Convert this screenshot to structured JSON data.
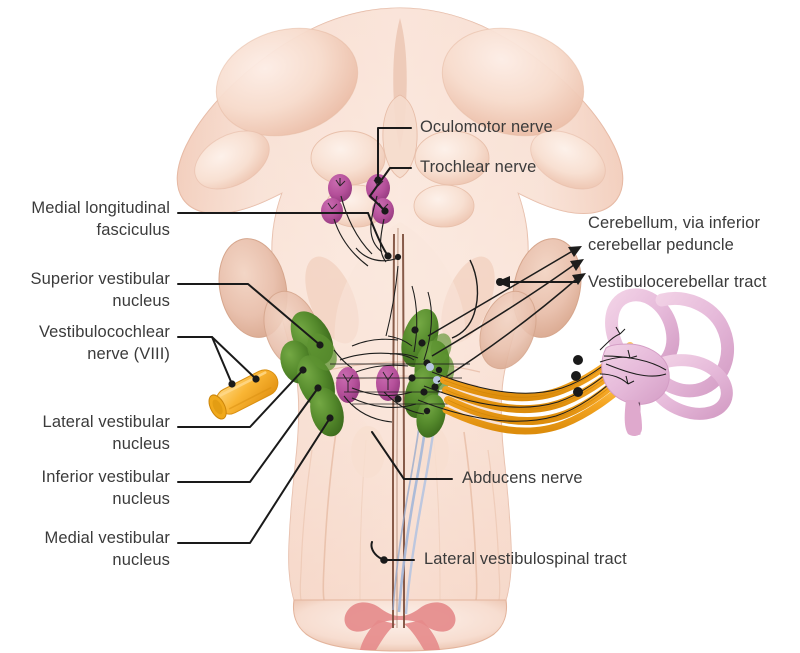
{
  "diagram": {
    "title": "Vestibular nuclei and connections of the brainstem",
    "background_color": "#ffffff",
    "text_color": "#3b3b3b",
    "leader_line_color": "#1a1a1a"
  },
  "palette": {
    "brainstem_light": "#f7ded2",
    "brainstem_mid": "#f2c9b6",
    "brainstem_shadow": "#e3b29d",
    "brainstem_outline": "#e8bfae",
    "nucleus_green": "#4e7d2a",
    "nucleus_green_light": "#649a38",
    "nucleus_purple": "#b9539f",
    "nucleus_purple_dark": "#9c3f85",
    "nerve_orange": "#f5a623",
    "nerve_orange_dark": "#e28f12",
    "labyrinth_pink": "#e8bcd6",
    "labyrinth_pink_dark": "#d7a3c6",
    "tract_blue": "#a8b8d8",
    "mlf_brown": "#7a4b39",
    "gray_matter": "#e88b8b"
  },
  "labels": {
    "left": [
      {
        "id": "medial-longitudinal-fasciculus",
        "text": "Medial longitudinal\nfasciculus"
      },
      {
        "id": "superior-vestibular-nucleus",
        "text": "Superior vestibular\nnucleus"
      },
      {
        "id": "vestibulocochlear-nerve",
        "text": "Vestibulocochlear\nnerve (VIII)"
      },
      {
        "id": "lateral-vestibular-nucleus",
        "text": "Lateral vestibular\nnucleus"
      },
      {
        "id": "inferior-vestibular-nucleus",
        "text": "Inferior vestibular\nnucleus"
      },
      {
        "id": "medial-vestibular-nucleus",
        "text": "Medial vestibular\nnucleus"
      }
    ],
    "right": [
      {
        "id": "oculomotor-nerve",
        "text": "Oculomotor nerve"
      },
      {
        "id": "trochlear-nerve",
        "text": "Trochlear nerve"
      },
      {
        "id": "cerebellum-inferior-cerebellar-peduncle",
        "text": "Cerebellum, via inferior\ncerebellar peduncle"
      },
      {
        "id": "vestibulocerebellar-tract",
        "text": "Vestibulocerebellar tract"
      },
      {
        "id": "abducens-nerve",
        "text": "Abducens nerve"
      },
      {
        "id": "lateral-vestibulospinal-tract",
        "text": "Lateral vestibulospinal tract"
      }
    ]
  },
  "structures": {
    "brainstem": "brainstem-posterior-view",
    "inner_ear": "membranous-labyrinth-semicircular-canals",
    "spinal_cord": "spinal-cord-cross-section",
    "nerve_stump": "cut-vestibulocochlear-nerve-stump"
  }
}
